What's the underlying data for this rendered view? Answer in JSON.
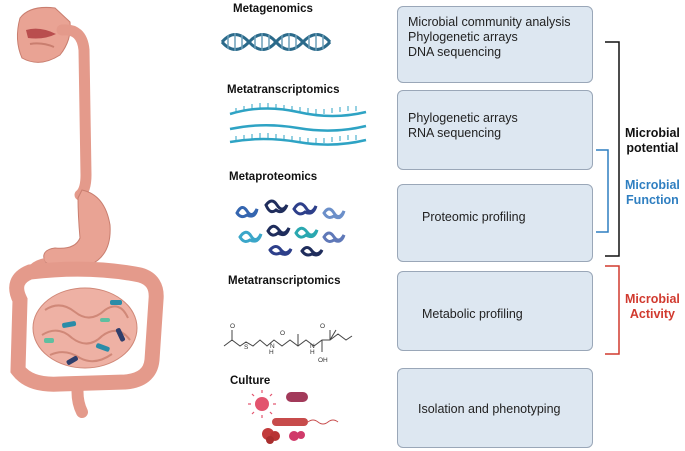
{
  "methods": [
    {
      "heading": "Metagenomics",
      "icon": "dna-double-helix-icon",
      "box_lines": [
        "Microbial community analysis",
        "Phylogenetic arrays",
        "DNA sequencing"
      ]
    },
    {
      "heading": "Metatranscriptomics",
      "icon": "rna-strands-icon",
      "box_lines": [
        "Phylogenetic arrays",
        "RNA sequencing"
      ]
    },
    {
      "heading": "Metaproteomics",
      "icon": "protein-cluster-icon",
      "box_lines": [
        "Proteomic profiling"
      ]
    },
    {
      "heading": "Metatranscriptomics",
      "icon": "metabolite-molecule-icon",
      "box_lines": [
        "Metabolic profiling"
      ],
      "molecule_labels": [
        "O",
        "S",
        "H",
        "N",
        "O",
        "N",
        "H",
        "O",
        "OH"
      ]
    },
    {
      "heading": "Culture",
      "icon": "microbe-culture-icon",
      "box_lines": [
        "Isolation and phenotyping"
      ]
    }
  ],
  "brackets": {
    "potential": {
      "label_lines": [
        "Microbial",
        "potential"
      ],
      "color": "#111111"
    },
    "function": {
      "label_lines": [
        "Microbial",
        "Function"
      ],
      "color": "#2f7fc1"
    },
    "activity": {
      "label_lines": [
        "Microbial",
        "Activity"
      ],
      "color": "#d13a2f"
    }
  },
  "colors": {
    "box_fill": "#dde7f1",
    "box_border": "#9aa7b8",
    "tissue": "#e9a394",
    "dna": "#2b6a8a"
  },
  "illustration": {
    "icon": "digestive-tract-icon"
  }
}
